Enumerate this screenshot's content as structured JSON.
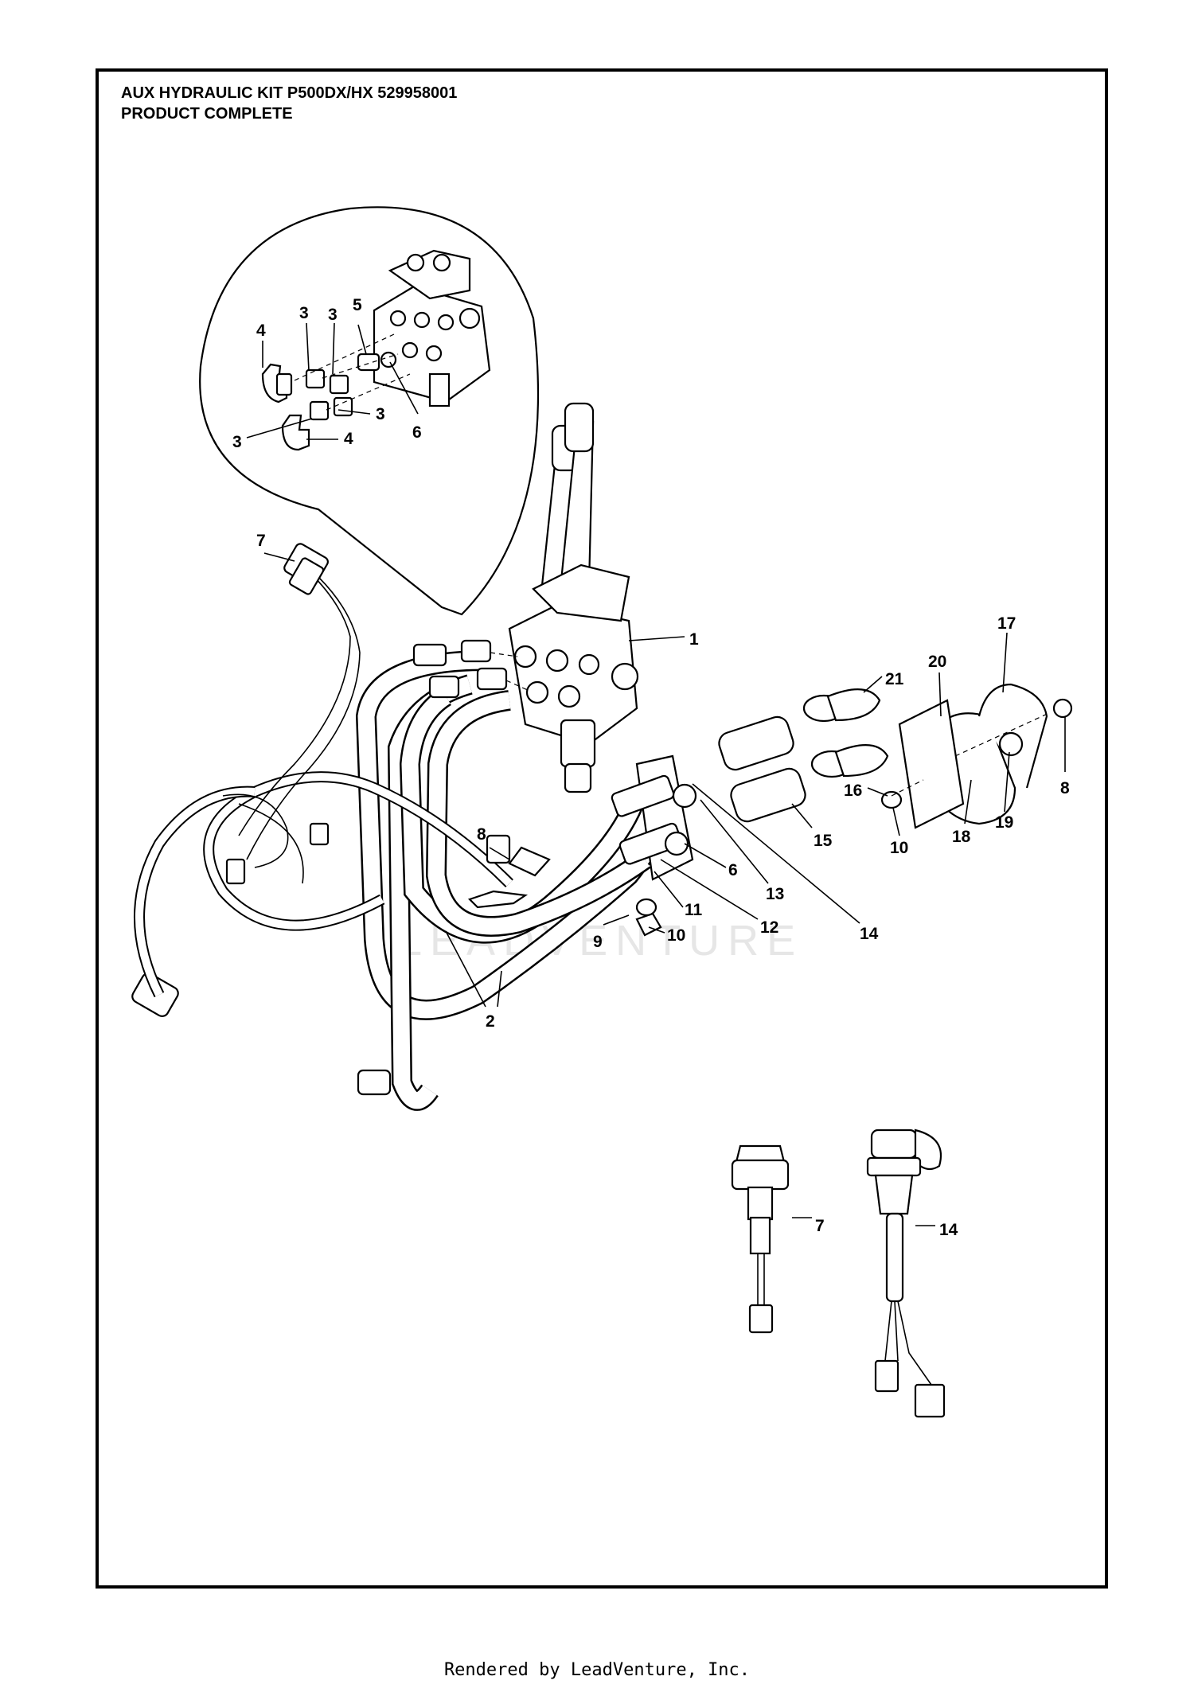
{
  "header": {
    "title_line1": "AUX HYDRAULIC KIT P500DX/HX 529958001",
    "title_line2": "PRODUCT COMPLETE"
  },
  "footer": {
    "text": "Rendered by LeadVenture, Inc."
  },
  "watermark": {
    "text": "LEADVENTURE"
  },
  "callouts": {
    "d_4a": "4",
    "d_3a": "3",
    "d_3b": "3",
    "d_5": "5",
    "d_3c": "3",
    "d_3d": "3",
    "d_4b": "4",
    "d_6": "6",
    "c7": "7",
    "c1": "1",
    "c17": "17",
    "c20": "20",
    "c21": "21",
    "c8r": "8",
    "c16": "16",
    "c19": "19",
    "c18": "18",
    "c10r": "10",
    "c15": "15",
    "c8l": "8",
    "c6": "6",
    "c13": "13",
    "c11": "11",
    "c12": "12",
    "c14": "14",
    "c9": "9",
    "c10b": "10",
    "c2": "2",
    "s7": "7",
    "s14": "14"
  }
}
